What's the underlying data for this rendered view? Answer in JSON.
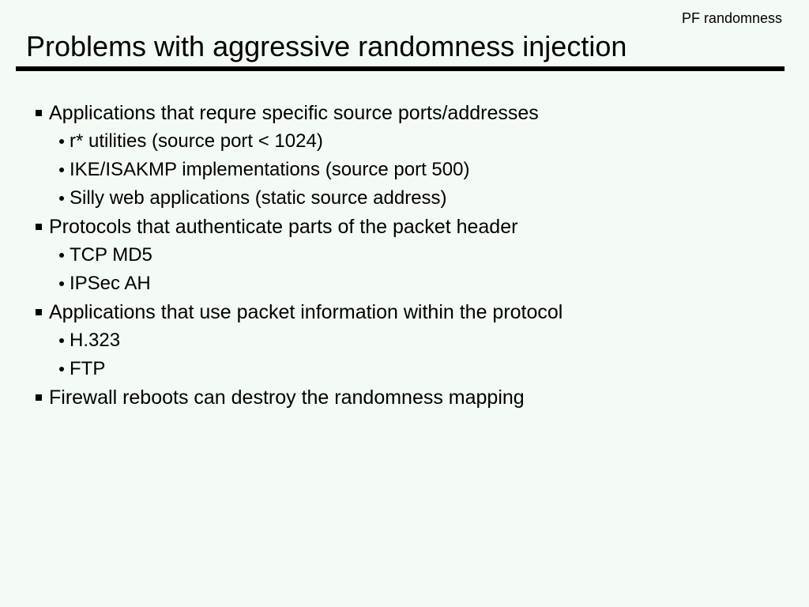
{
  "colors": {
    "background": "#f4faf4",
    "text": "#000000",
    "rule": "#000000"
  },
  "header": {
    "corner_label": "PF randomness",
    "title": "Problems with aggressive randomness injection"
  },
  "bullets": [
    {
      "label": "Applications that requre specific source ports/addresses",
      "children": [
        "r* utilities (source port < 1024)",
        "IKE/ISAKMP implementations (source port 500)",
        "Silly web applications (static source address)"
      ]
    },
    {
      "label": "Protocols that authenticate parts of the packet header",
      "children": [
        "TCP MD5",
        "IPSec AH"
      ]
    },
    {
      "label": "Applications that use packet information within the protocol",
      "children": [
        "H.323",
        "FTP"
      ]
    },
    {
      "label": "Firewall reboots can destroy the randomness mapping",
      "children": []
    }
  ]
}
